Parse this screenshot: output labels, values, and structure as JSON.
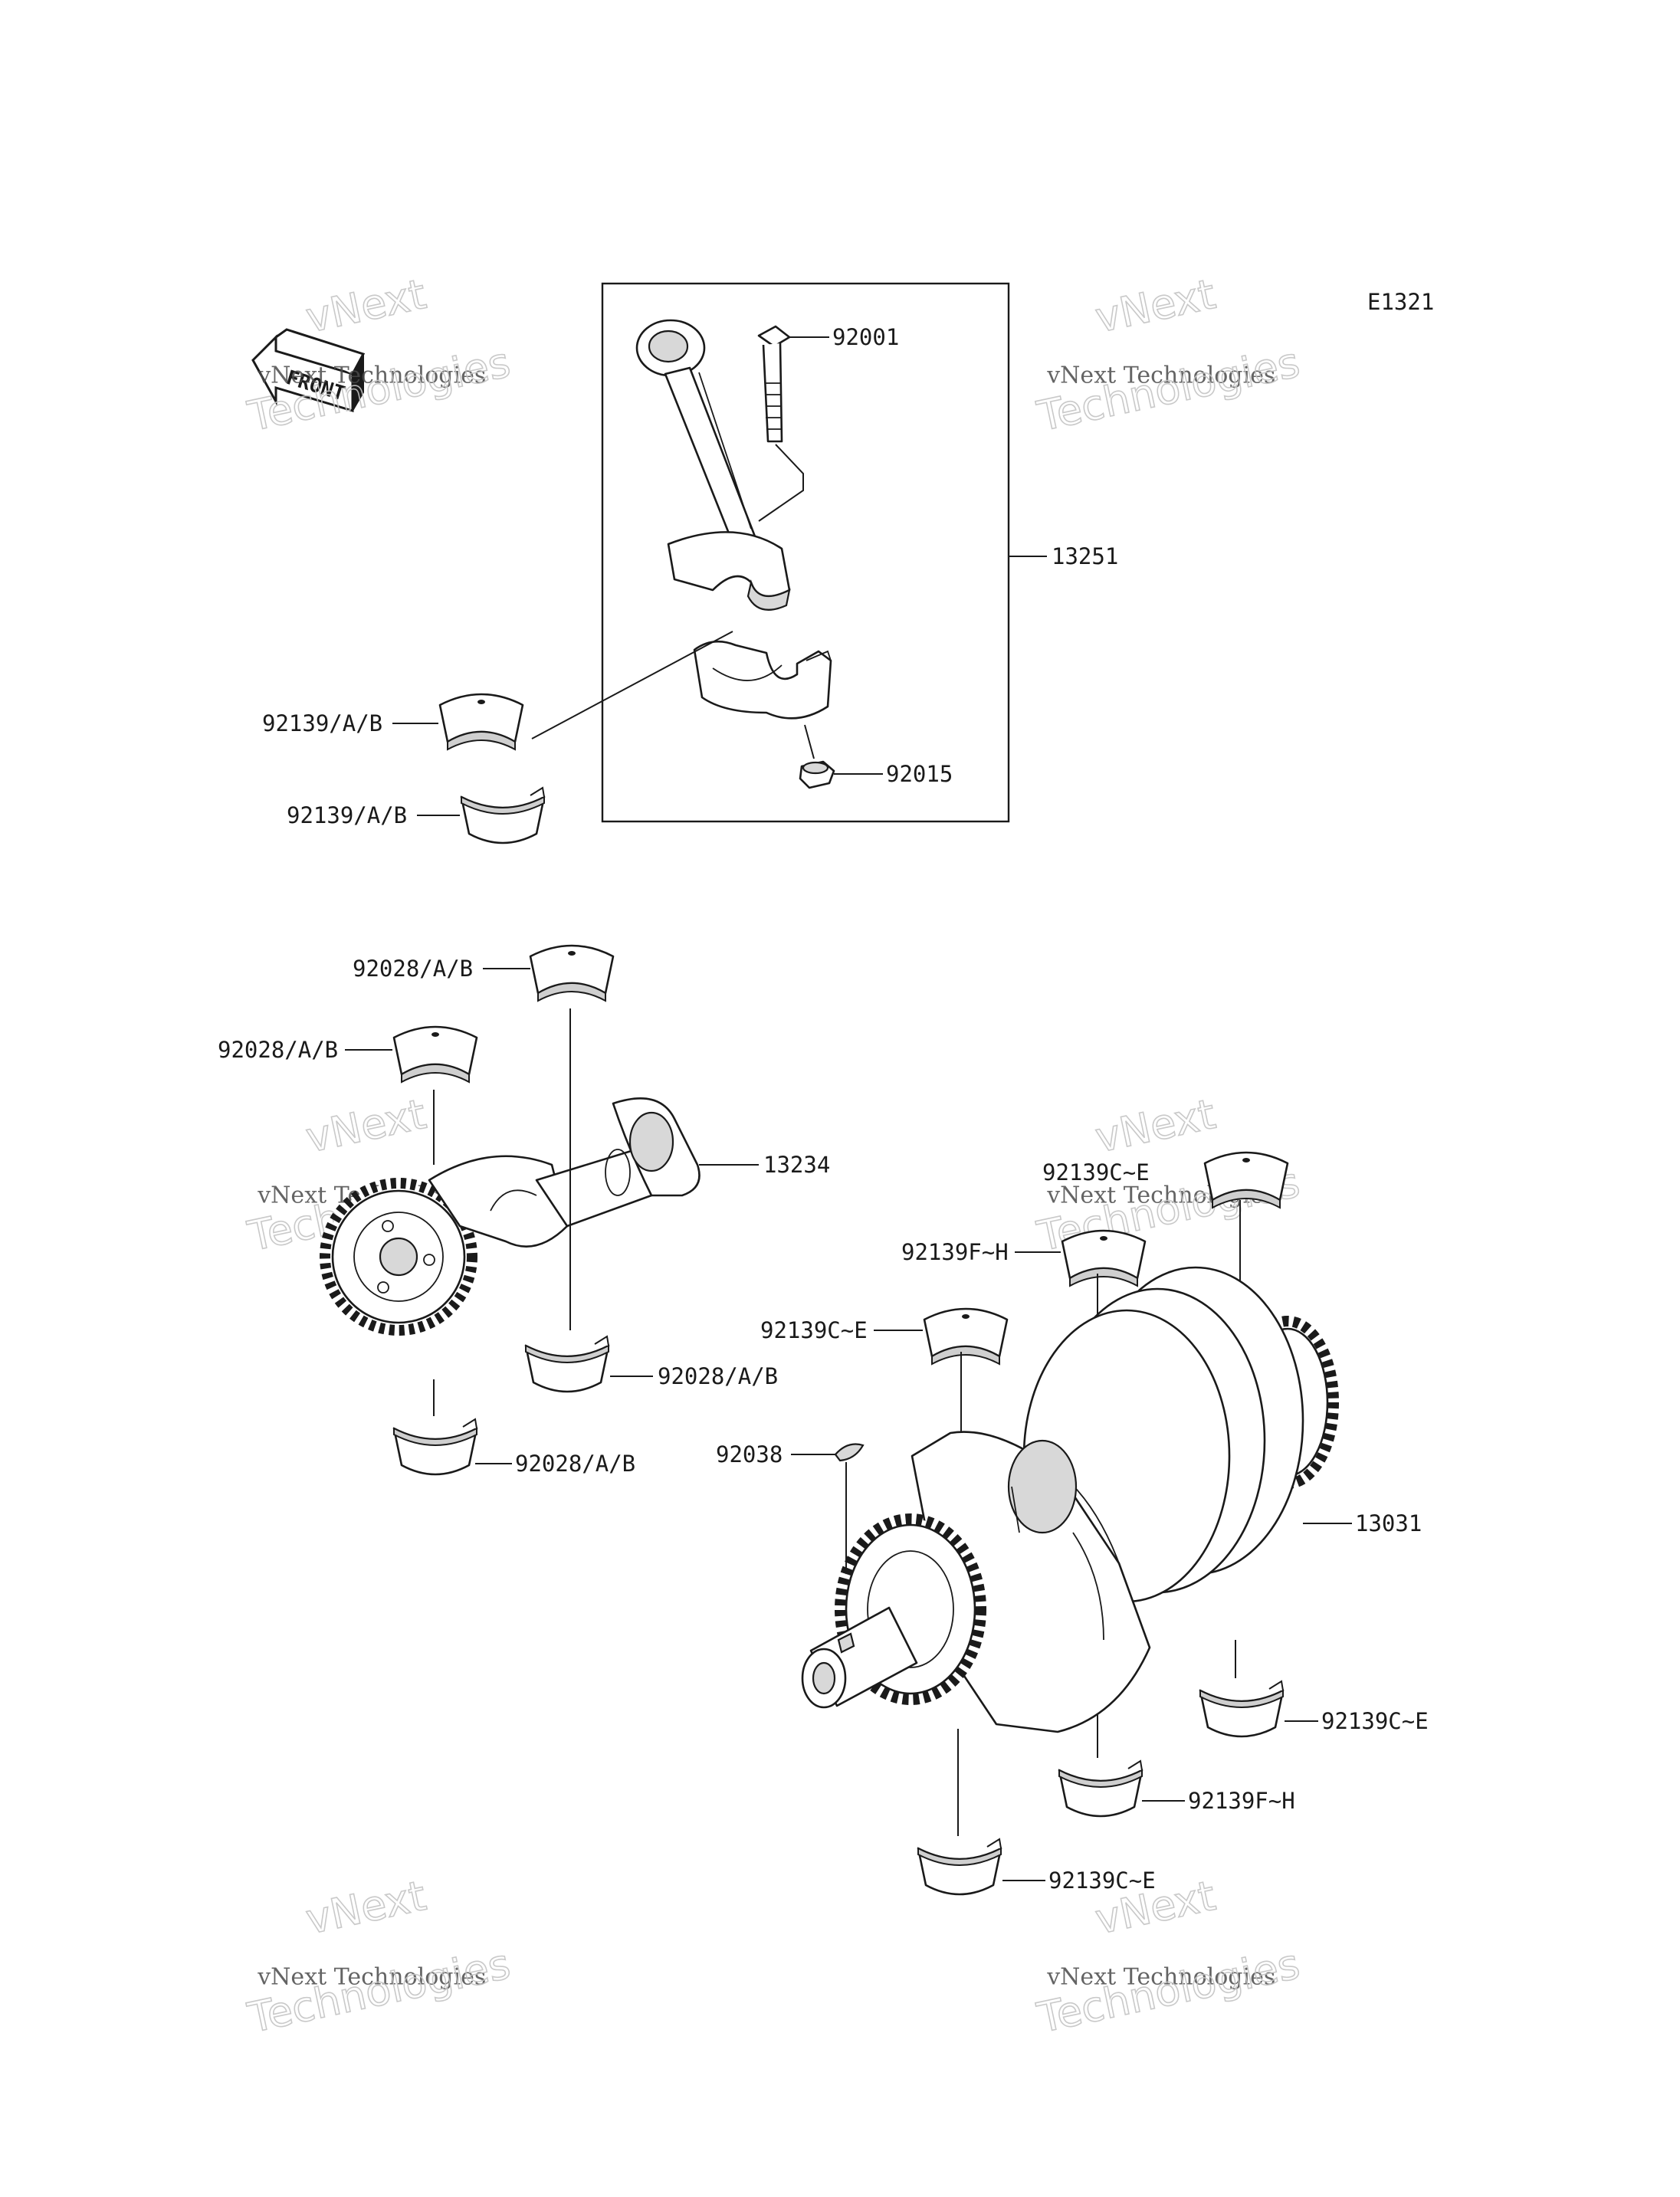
{
  "diagram_code": "E1321",
  "front_arrow_label": "FRONT",
  "watermarks": [
    {
      "top": "vNext",
      "middle": "vNext Technologies",
      "bottom": "Technologies"
    },
    {
      "top": "vNext",
      "middle": "vNext Technologies",
      "bottom": "Technologies"
    },
    {
      "top": "vNext",
      "middle": "vNext Technologies",
      "bottom": "Technologies"
    },
    {
      "top": "vNext",
      "middle": "vNext Technologies",
      "bottom": "Technologies"
    },
    {
      "top": "vNext",
      "middle": "vNext Technologies",
      "bottom": "Technologies"
    },
    {
      "top": "vNext",
      "middle": "vNext Technologies",
      "bottom": "Technologies"
    }
  ],
  "callouts": {
    "bolt": "92001",
    "connecting_rod_assy": "13251",
    "rod_bearing_upper": "92139/A/B",
    "rod_bearing_lower": "92139/A/B",
    "nut": "92015",
    "balancer_bearing_top": "92028/A/B",
    "balancer_bearing_left": "92028/A/B",
    "balancer_shaft": "13234",
    "balancer_bearing_lower_right": "92028/A/B",
    "balancer_bearing_lower_left": "92028/A/B",
    "main_bearing_upper_right": "92139C~E",
    "main_bearing_upper_center": "92139F~H",
    "main_bearing_upper_left": "92139C~E",
    "woodruff_key": "92038",
    "crankshaft": "13031",
    "main_bearing_lower_right": "92139C~E",
    "main_bearing_lower_center": "92139F~H",
    "main_bearing_lower_left": "92139C~E"
  }
}
